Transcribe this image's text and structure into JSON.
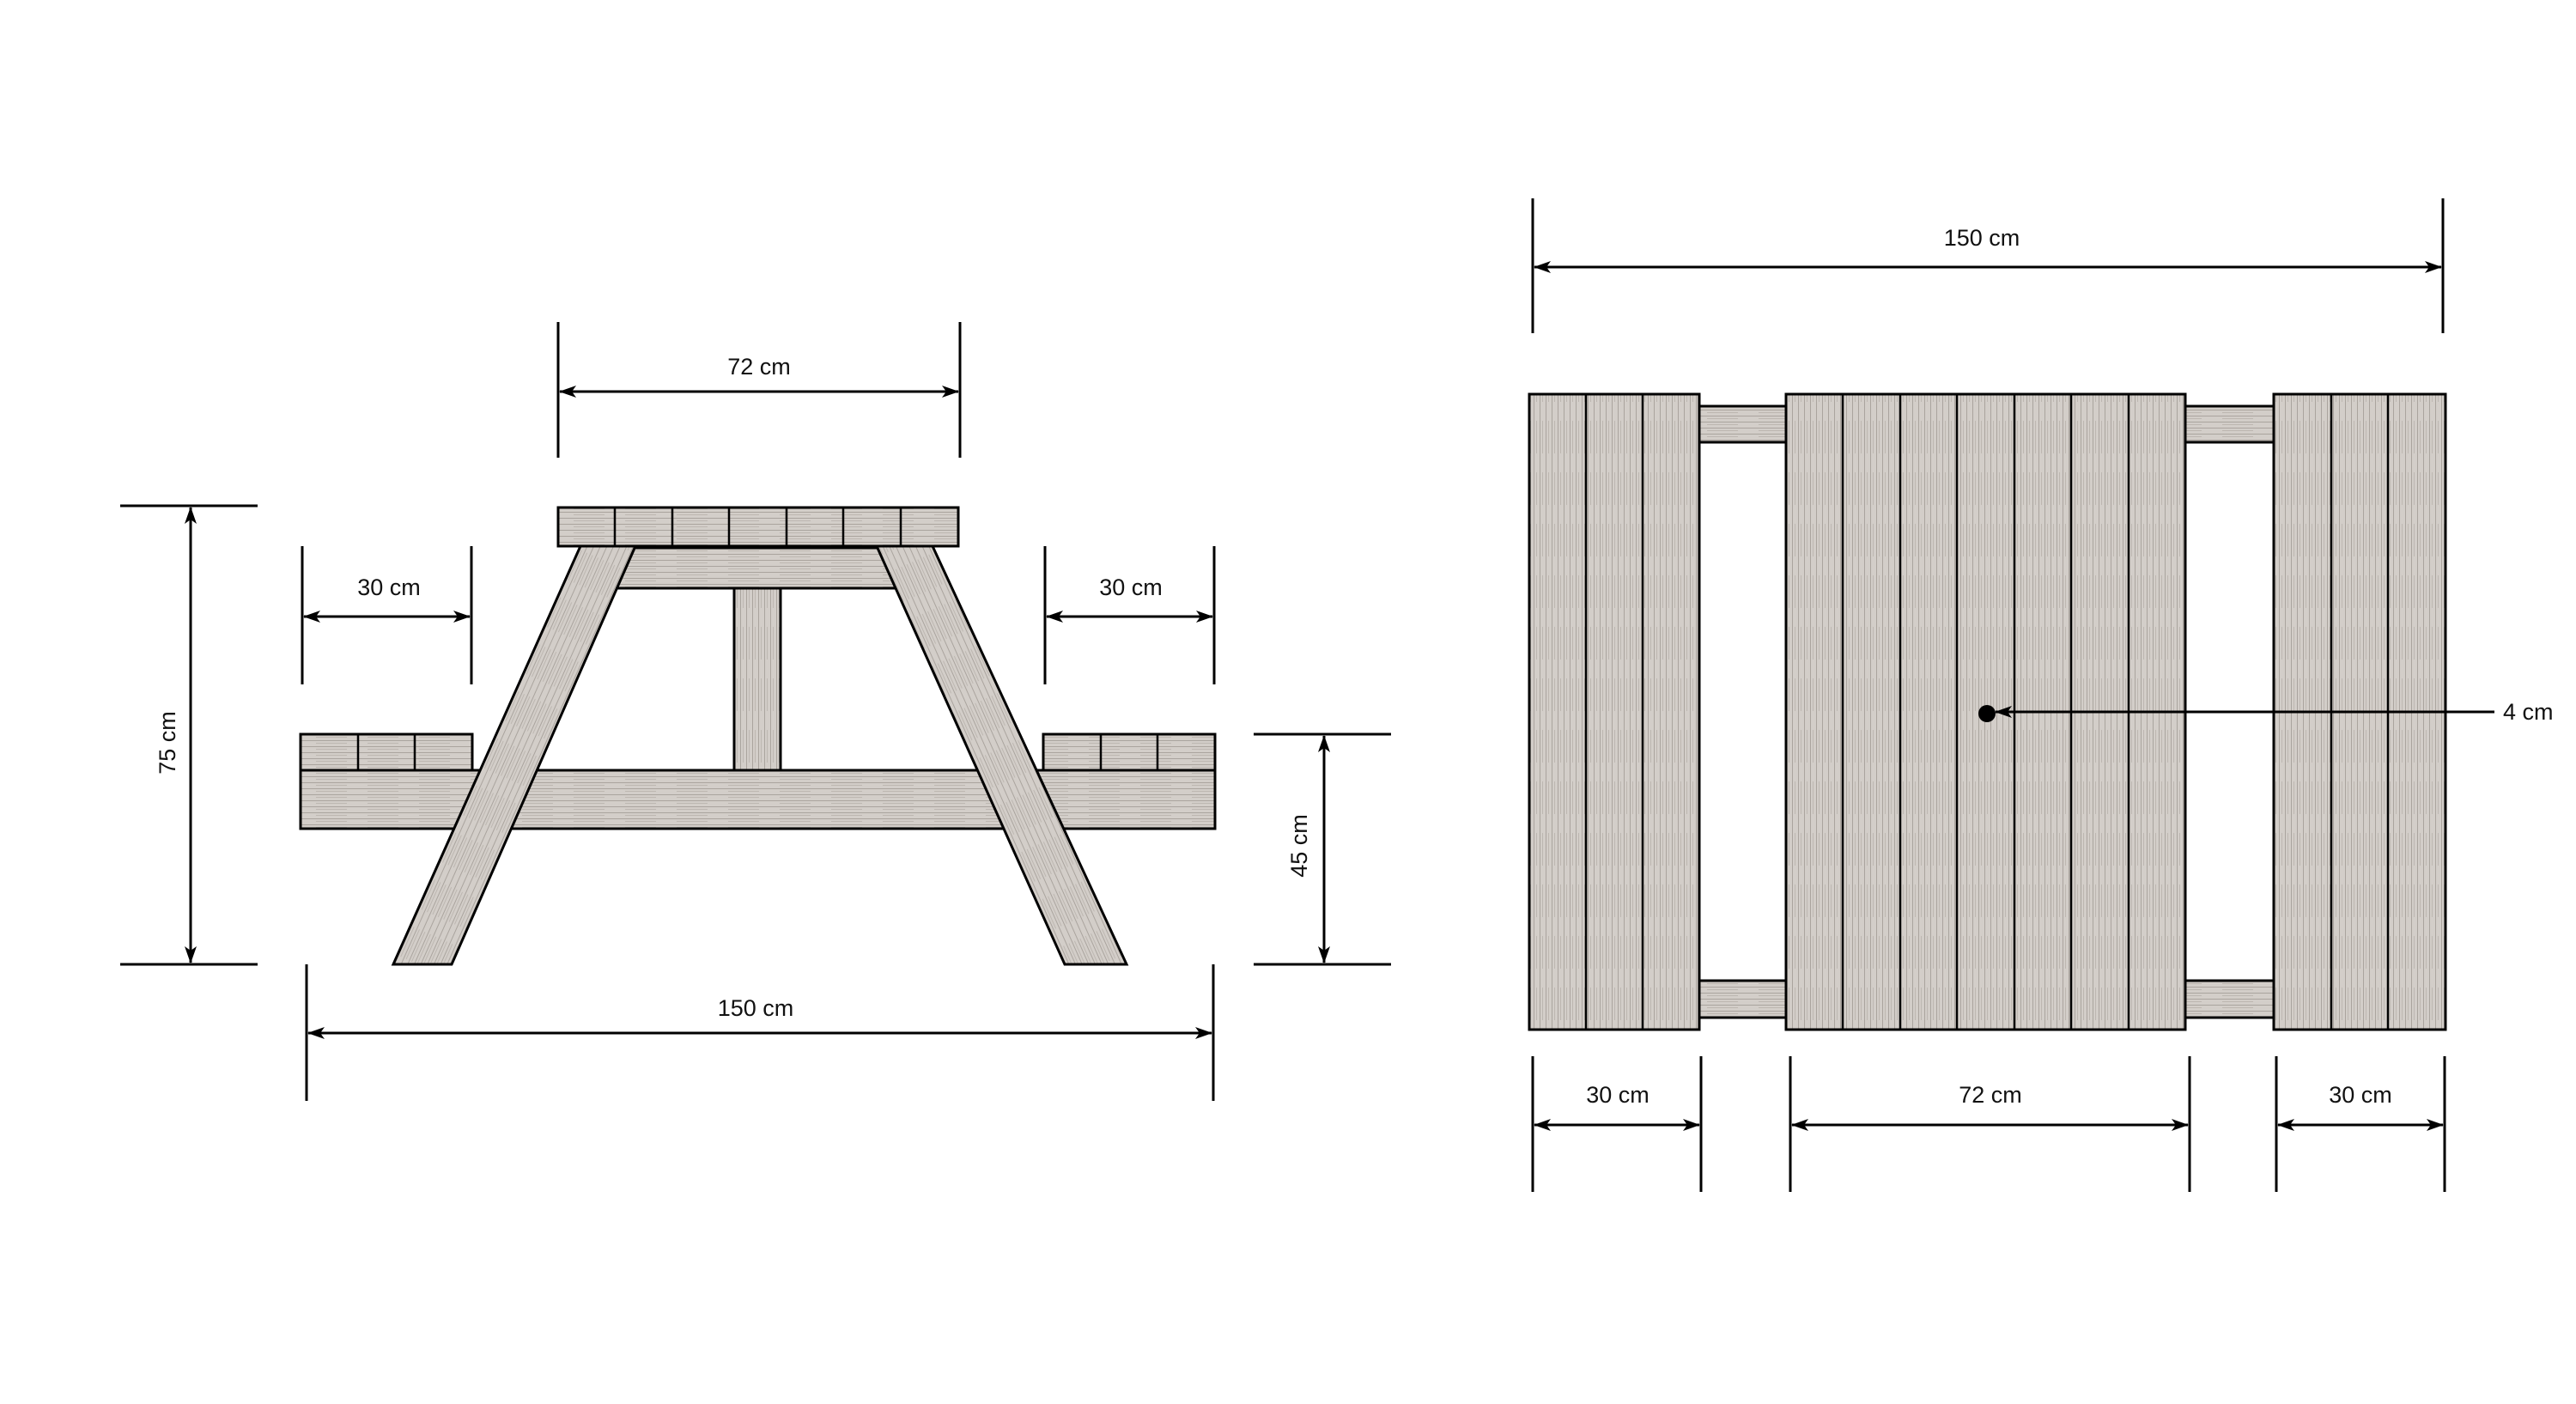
{
  "colors": {
    "wood_fill": "#d2cdc8",
    "wood_grain": "#a39d97",
    "line": "#000000",
    "background": "#ffffff"
  },
  "side_view": {
    "top_width": "72 cm",
    "left_seat_width": "30 cm",
    "right_seat_width": "30 cm",
    "total_height": "75 cm",
    "seat_height": "45 cm",
    "total_length": "150 cm"
  },
  "top_view": {
    "total_length": "150 cm",
    "left_seat_width": "30 cm",
    "table_width": "72 cm",
    "right_seat_width": "30 cm",
    "bolt_size": "4 cm"
  }
}
